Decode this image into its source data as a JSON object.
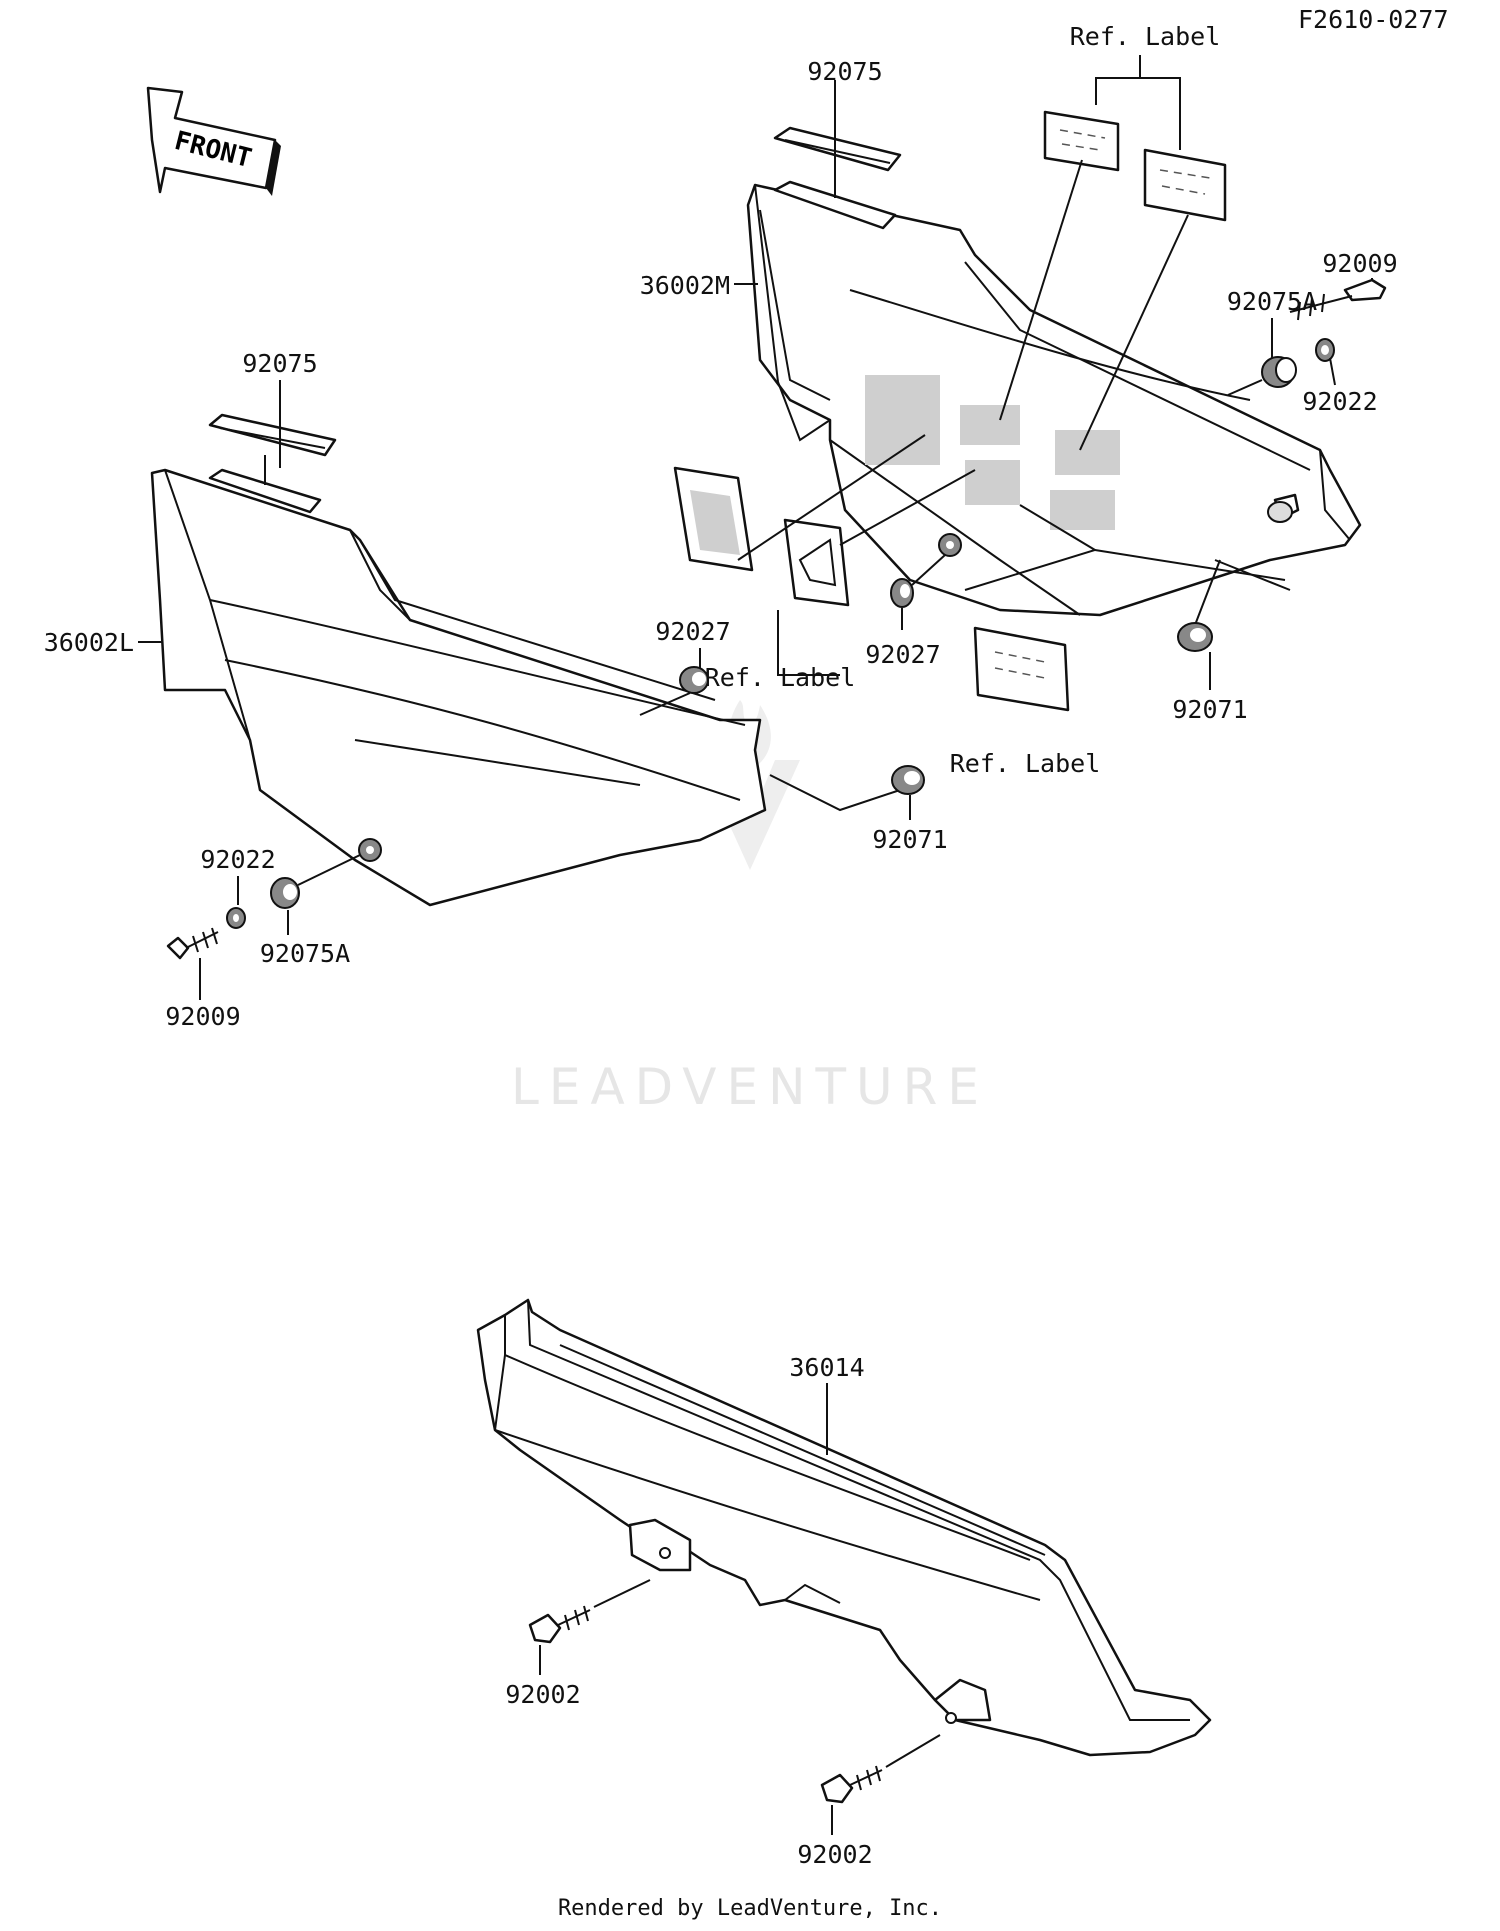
{
  "code": "F2610-0277",
  "front_label": "FRONT",
  "watermark": "LEADVENTURE",
  "footer": "Rendered by LeadVenture, Inc.",
  "labels": {
    "ref_label_top": "Ref. Label",
    "p92075_top": "92075",
    "p36002M": "36002M",
    "p92009_right": "92009",
    "p92075A_right": "92075A",
    "p92022_right": "92022",
    "p92075_left": "92075",
    "p36002L": "36002L",
    "p92027_left": "92027",
    "ref_label_mid": "Ref. Label",
    "p92027_mid": "92027",
    "p92071_right": "92071",
    "ref_label_bottom": "Ref. Label",
    "p92071_mid": "92071",
    "p92022_left": "92022",
    "p92075A_left": "92075A",
    "p92009_left": "92009",
    "p36014": "36014",
    "p92002_left": "92002",
    "p92002_bottom": "92002"
  }
}
